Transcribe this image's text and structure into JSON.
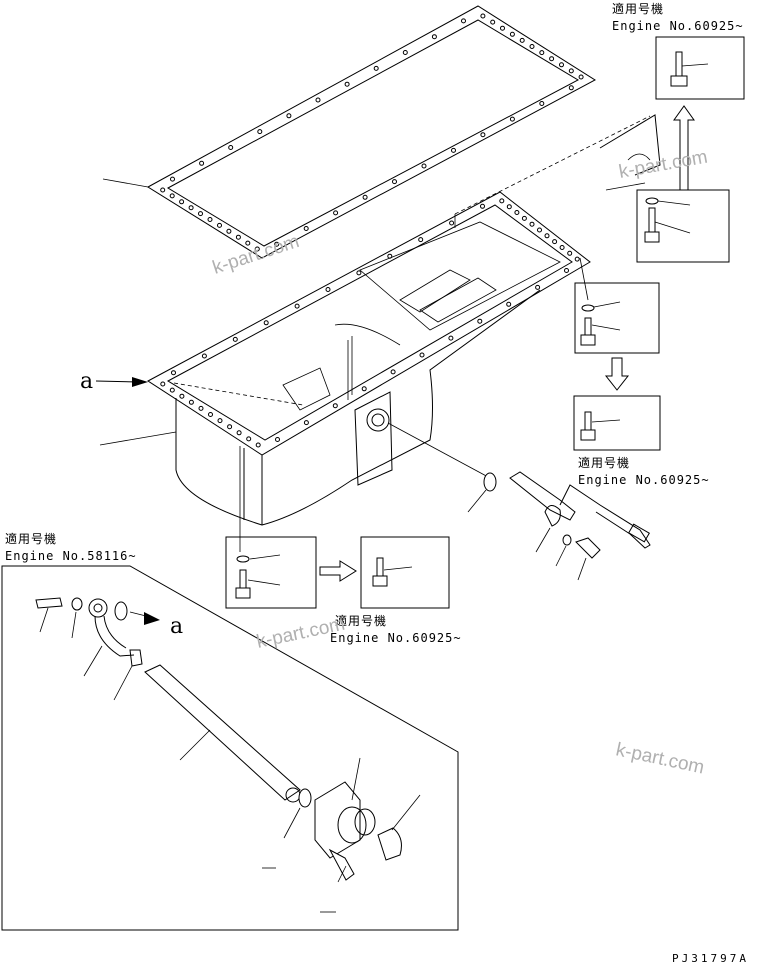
{
  "labels": {
    "applicable_jp": "適用号機",
    "engine_60925": "Engine No.60925~",
    "engine_58116": "Engine No.58116~",
    "ref_a": "a"
  },
  "watermark": "k-part.com",
  "drawing_code": "PJ31797A"
}
